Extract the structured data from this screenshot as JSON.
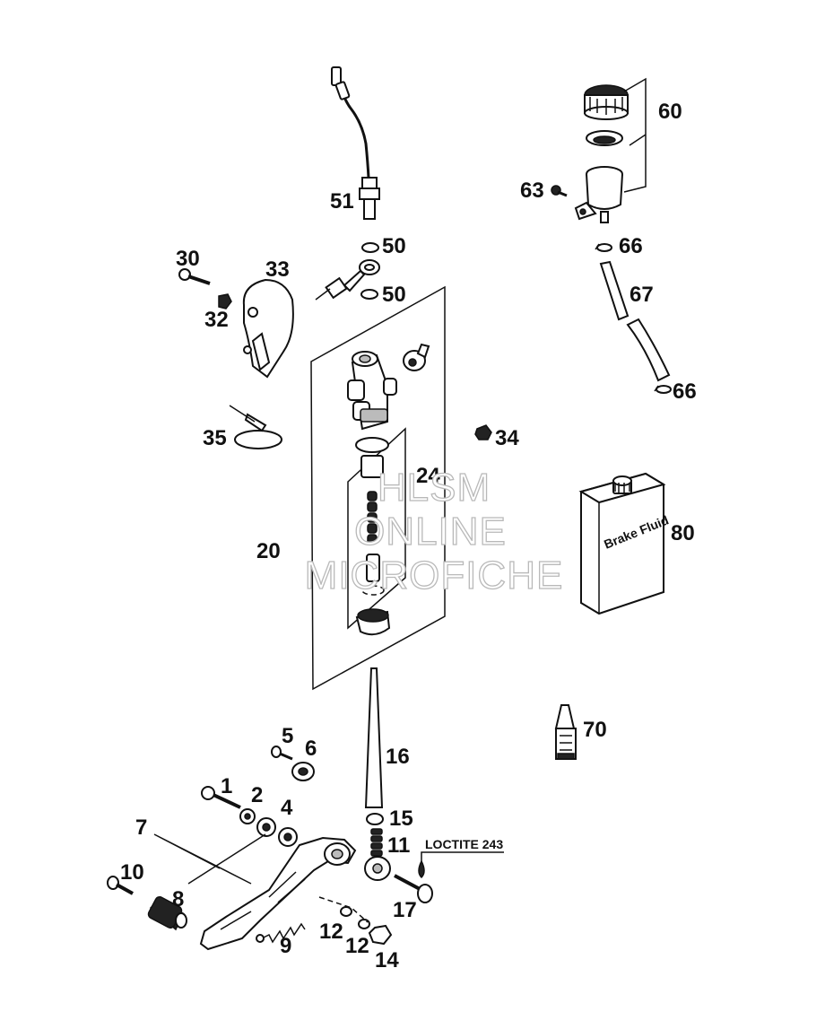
{
  "labels": {
    "p1": "1",
    "p2": "2",
    "p4": "4",
    "p5": "5",
    "p6": "6",
    "p7": "7",
    "p8": "8",
    "p9": "9",
    "p10": "10",
    "p11": "11",
    "p12a": "12",
    "p12b": "12",
    "p14": "14",
    "p15": "15",
    "p16": "16",
    "p17": "17",
    "p20": "20",
    "p24": "24",
    "p30": "30",
    "p32": "32",
    "p33": "33",
    "p34": "34",
    "p35": "35",
    "p50a": "50",
    "p50b": "50",
    "p51": "51",
    "p60": "60",
    "p63": "63",
    "p66a": "66",
    "p66b": "66",
    "p67": "67",
    "p70": "70",
    "p80": "80"
  },
  "loctite_note": "LOCTITE 243",
  "container_label": "Brake Fluid",
  "watermark": {
    "line1": "HLSM",
    "line2": "ONLINE",
    "line3": "MICROFICHE"
  }
}
